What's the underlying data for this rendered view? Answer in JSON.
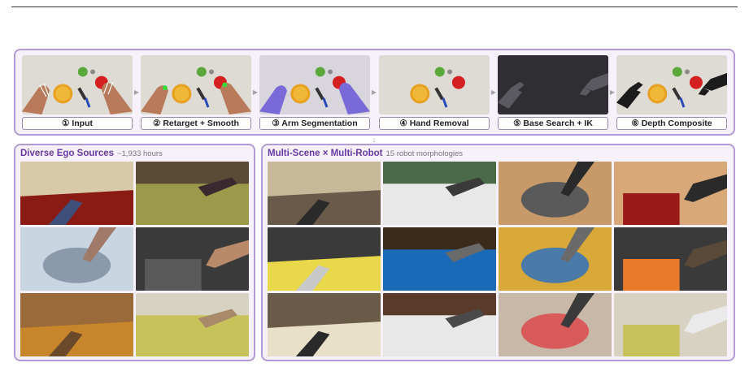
{
  "pipeline": {
    "stages": [
      {
        "label": "① Input",
        "scene": "input"
      },
      {
        "label": "② Retarget + Smooth",
        "scene": "retarget"
      },
      {
        "label": "③ Arm Segmentation",
        "scene": "segmentation"
      },
      {
        "label": "④ Hand Removal",
        "scene": "removal"
      },
      {
        "label": "⑤ Base Search + IK",
        "scene": "ik"
      },
      {
        "label": "⑥ Depth Composite",
        "scene": "composite"
      }
    ],
    "arrow_glyph": "▶",
    "down_arrow_glyph": "↓"
  },
  "ego_sources": {
    "title": "Diverse Ego Sources",
    "subtitle": "~1,933 hours",
    "images": [
      {
        "scene": "ego-red-floor",
        "colors": [
          "#d8c9a8",
          "#8a1a14",
          "#3d4f7a"
        ]
      },
      {
        "scene": "ego-green-table",
        "colors": [
          "#5a4a36",
          "#9a9a4a",
          "#3a2a30"
        ]
      },
      {
        "scene": "ego-sink",
        "colors": [
          "#c9d6e2",
          "#8a9aab",
          "#a07a68"
        ]
      },
      {
        "scene": "ego-dishes",
        "colors": [
          "#3a3a3a",
          "#5a5a5a",
          "#b88a6a"
        ]
      },
      {
        "scene": "ego-cooking",
        "colors": [
          "#9a6a3a",
          "#c8862a",
          "#6a4a2a"
        ]
      },
      {
        "scene": "ego-yellow-box",
        "colors": [
          "#d8d2c2",
          "#c8c25a",
          "#a88a6a"
        ]
      }
    ]
  },
  "robot_scenes": {
    "title": "Multi-Scene × Multi-Robot",
    "subtitle": "15 robot morphologies",
    "images": [
      {
        "scene": "robot-rug",
        "colors": [
          "#c8b89a",
          "#6a5a4a",
          "#2a2a2a"
        ]
      },
      {
        "scene": "robot-white-bot",
        "colors": [
          "#4a6a4a",
          "#e8e8e8",
          "#3a3a3a"
        ]
      },
      {
        "scene": "robot-kinova",
        "colors": [
          "#c89a6a",
          "#5a5a5a",
          "#2a2a2a"
        ]
      },
      {
        "scene": "robot-red-arm",
        "colors": [
          "#d8a878",
          "#9a1a1a",
          "#2a2a2a"
        ]
      },
      {
        "scene": "robot-kitchen-counter",
        "colors": [
          "#3a3a3a",
          "#e8d84a",
          "#c8c8c8"
        ]
      },
      {
        "scene": "robot-stove",
        "colors": [
          "#3a2a1a",
          "#1a6ab8",
          "#6a6a6a"
        ]
      },
      {
        "scene": "robot-tile-shelf",
        "colors": [
          "#d8a838",
          "#4a7aa8",
          "#6a6a6a"
        ]
      },
      {
        "scene": "robot-orange-arm",
        "colors": [
          "#3a3a3a",
          "#e87a2a",
          "#5a4a3a"
        ]
      },
      {
        "scene": "robot-eggs",
        "colors": [
          "#6a5a48",
          "#e8e0c8",
          "#2a2a2a"
        ]
      },
      {
        "scene": "robot-dual-white",
        "colors": [
          "#5a3a2a",
          "#e8e8e8",
          "#4a4a4a"
        ]
      },
      {
        "scene": "robot-floor-arms",
        "colors": [
          "#c8b8a8",
          "#d85a5a",
          "#3a3a3a"
        ]
      },
      {
        "scene": "robot-yellow-box",
        "colors": [
          "#d8d2c2",
          "#c8c25a",
          "#eaeaea"
        ]
      }
    ]
  }
}
